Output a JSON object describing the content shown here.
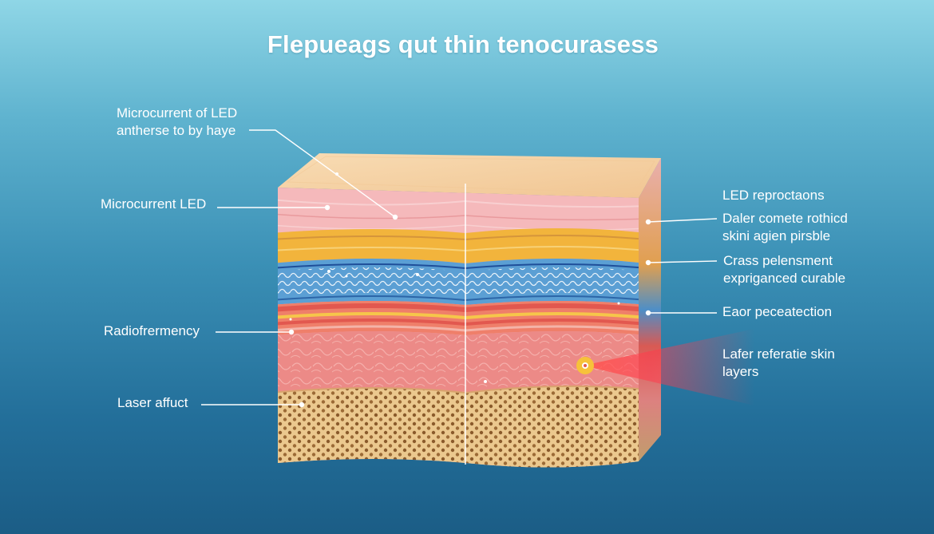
{
  "title": "Flepueags qut thin tenocurasess",
  "labels_left": {
    "microcurrent_led_note": [
      "Microcurrent of LED",
      "anthersе to by haye"
    ],
    "microcurrent_led": "Microcurrent LED",
    "radiofrequency": "Radiofrermency",
    "laser_effect": "Laser affuct"
  },
  "labels_right": {
    "led_reproctaons": "LED reproctaons",
    "daler_comete": [
      "Daler comete rothіcd",
      "skini agien pirsble"
    ],
    "crass_pelensment": [
      "Crass pelensment",
      "expriganced curable"
    ],
    "eaor_peceatection": "Eaor peceatection",
    "lafer_referatie": [
      "Lafer referatie skin",
      "layers"
    ]
  },
  "colors": {
    "epidermis_top": "#f6d3a6",
    "pink_layer": "#f4b3b6",
    "yellow_band": "#f2b43c",
    "blue_band": "#5b9fd4",
    "red_band": "#e2584f",
    "dermis": "#ef8f8c",
    "fat_layer": "#e9c38b",
    "laser_beam": "#ff3a4c"
  }
}
